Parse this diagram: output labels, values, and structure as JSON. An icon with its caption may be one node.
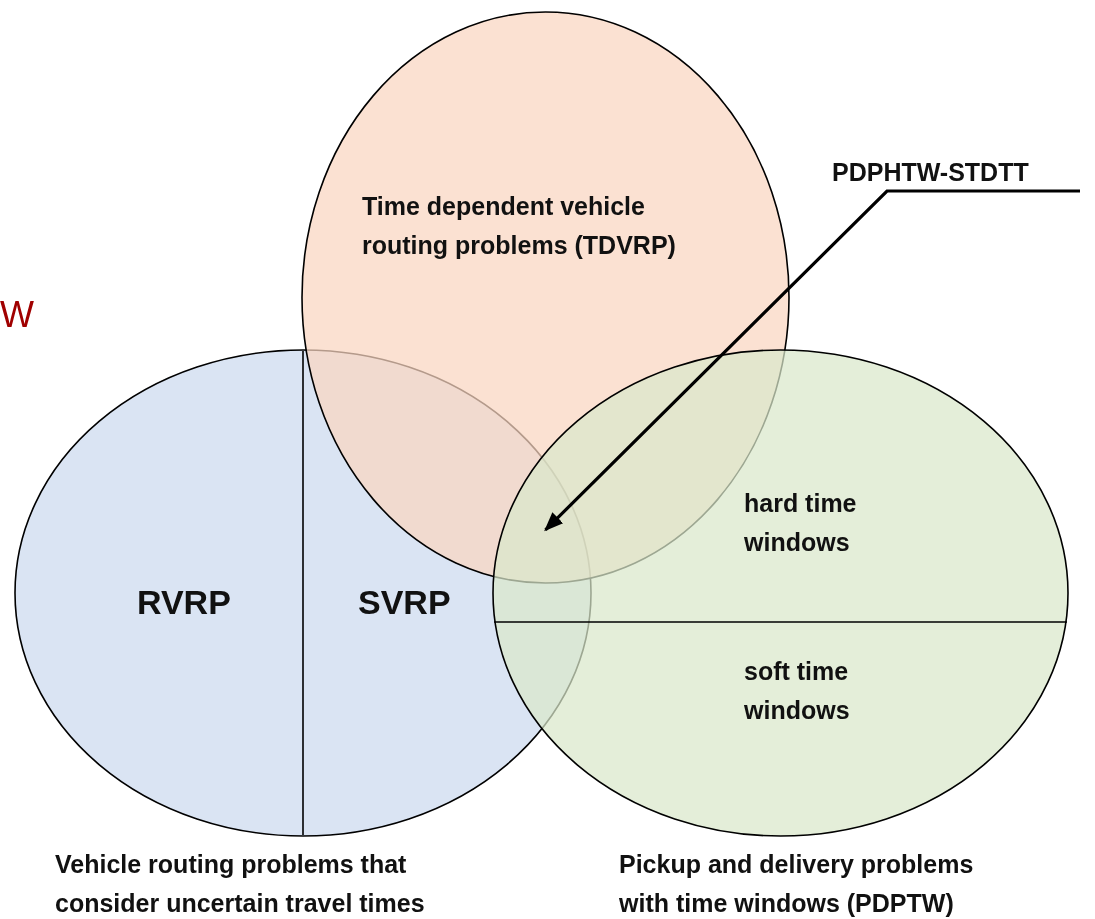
{
  "diagram": {
    "nodes": [
      {
        "text": [
          "Vehicle routing problems that consider uncertain travel times"
        ]
      },
      {
        "text": [
          "Time dependent vehicle routing problems (TDVRP)"
        ]
      },
      {
        "text": [
          "Pickup and delivery problems with time windows (PDPTW)"
        ]
      },
      {
        "text": [
          "PDPHTW-STDTT"
        ]
      }
    ],
    "edges": [
      {
        "from": 3,
        "to": 1,
        "arrow": "to"
      }
    ],
    "labels": [
      "W",
      "RVRP",
      "SVRP",
      "hard time windows",
      "soft time windows"
    ]
  }
}
